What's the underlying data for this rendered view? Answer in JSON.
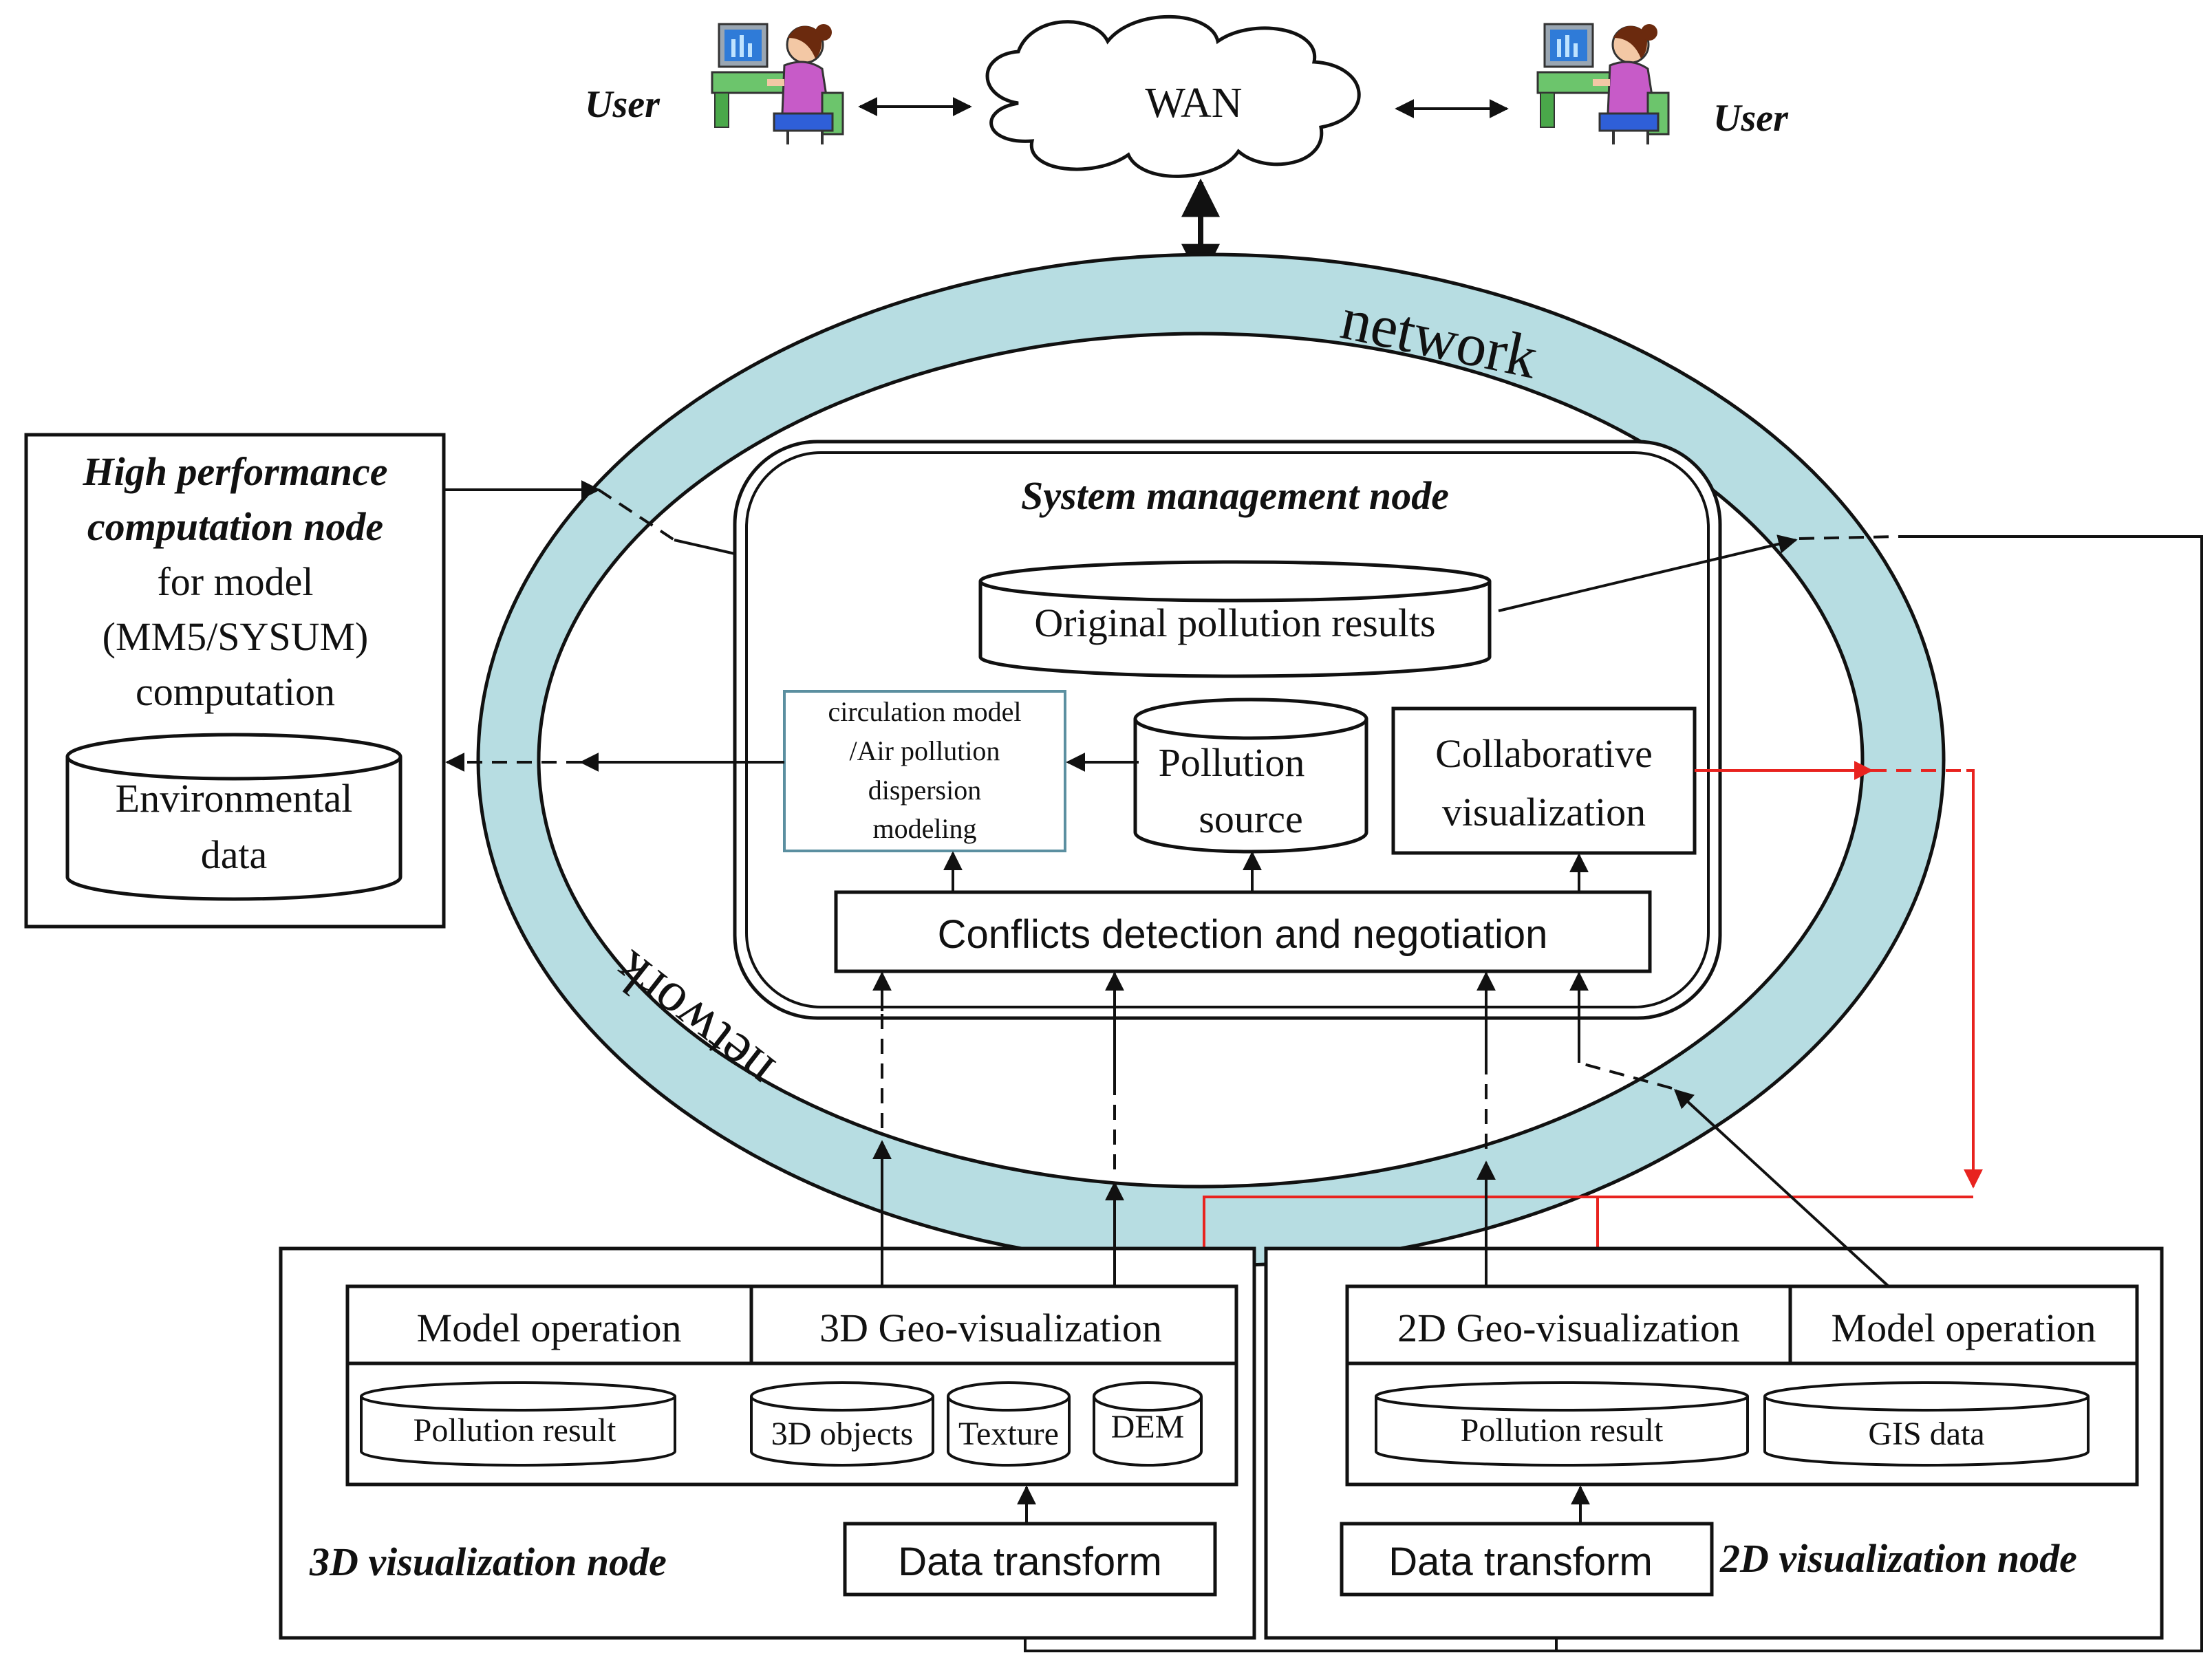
{
  "top": {
    "user_left": "User",
    "user_right": "User",
    "wan": "WAN"
  },
  "network": {
    "label_top": "network",
    "label_bottom": "network",
    "ring_color": "#b7dde2"
  },
  "hpc": {
    "title_line1": "High performance",
    "title_line2": "computation node",
    "line3": "for  model",
    "line4": "(MM5/SYSUM)",
    "line5": "computation",
    "db_line1": "Environmental",
    "db_line2": "data"
  },
  "smn": {
    "title": "System management node",
    "original_results": "Original  pollution  results",
    "circ_line1": "circulation model",
    "circ_line2": "/Air pollution",
    "circ_line3": "dispersion",
    "circ_line4": "modeling",
    "pollution_line1": "Pollution",
    "pollution_line2": "source",
    "collab_line1": "Collaborative",
    "collab_line2": "visualization",
    "conflicts": "Conflicts  detection and negotiation"
  },
  "node3d": {
    "model_operation": "Model  operation",
    "geo_vis": "3D Geo-visualization",
    "pollution_result": "Pollution result",
    "objects": "3D  objects",
    "texture": "Texture",
    "dem": "DEM",
    "data_transform": "Data transform",
    "label": "3D visualization node"
  },
  "node2d": {
    "geo_vis": "2D Geo-visualization",
    "model_operation": "Model  operation",
    "pollution_result": "Pollution result",
    "gis_data": "GIS  data",
    "data_transform": "Data transform",
    "label": "2D visualization node"
  },
  "colors": {
    "line": "#111111",
    "accent_red": "#e8231f",
    "circ_border": "#5b8fa0",
    "person_shirt": "#c75bc8",
    "monitor": "#2f7bd8"
  }
}
